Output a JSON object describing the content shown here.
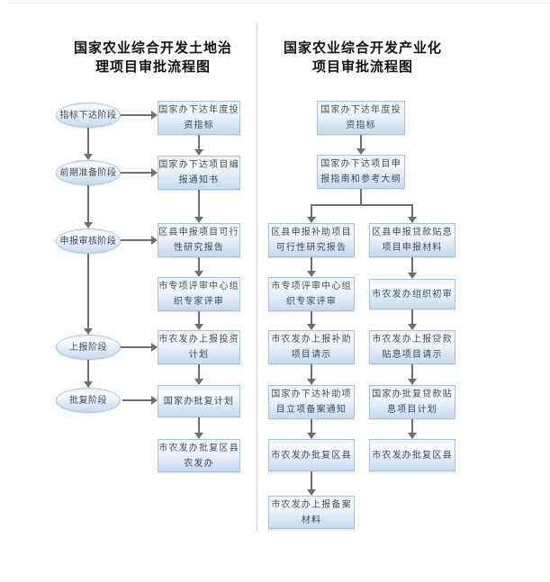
{
  "left_chart": {
    "title": "国家农业综合开发土地治\n理项目审批流程图",
    "stages": [
      "指标下达阶段",
      "前期准备阶段",
      "申报审核阶段",
      "上报阶段",
      "批复阶段"
    ],
    "steps": [
      "国家办下达年度投\n资指标",
      "国家办下达项目编\n报通知书",
      "区县申报项目可行\n性研究报告",
      "市专项评审中心组\n织专家评审",
      "市农发办上报投资\n计划",
      "国家办批复计划",
      "市农发办批复区县\n农发办"
    ]
  },
  "right_chart": {
    "title": "国家农业综合开发产业化\n项目审批流程图",
    "top_steps": [
      "国家办下达年度投\n资指标",
      "国家办下达项目申\n报指南和参考大纲"
    ],
    "subsidy_branch": [
      "区县申报补助项目\n可行性研究报告",
      "市专项评审中心组\n织专家评审",
      "市农发办上报补助\n项目请示",
      "国家办下达补助项\n目立项备案通知",
      "市农发办批复区县",
      "市农发办上报备案\n材料"
    ],
    "loan_branch": [
      "区县申报贷款贴息\n项目申报材料",
      "市农发办组织初审",
      "市农发办上报贷款\n贴息项目请示",
      "国家办批复贷款贴\n息项目计划",
      "市农发办批复区县"
    ]
  },
  "colors": {
    "node_border": "#a6c2de",
    "node_fill_top": "#e9f1fa",
    "node_fill_bottom": "#c6dbef",
    "node_text": "#3a4c62",
    "arrow": "#6f6f6f",
    "divider": "#cccccc",
    "title_text": "#111111"
  }
}
